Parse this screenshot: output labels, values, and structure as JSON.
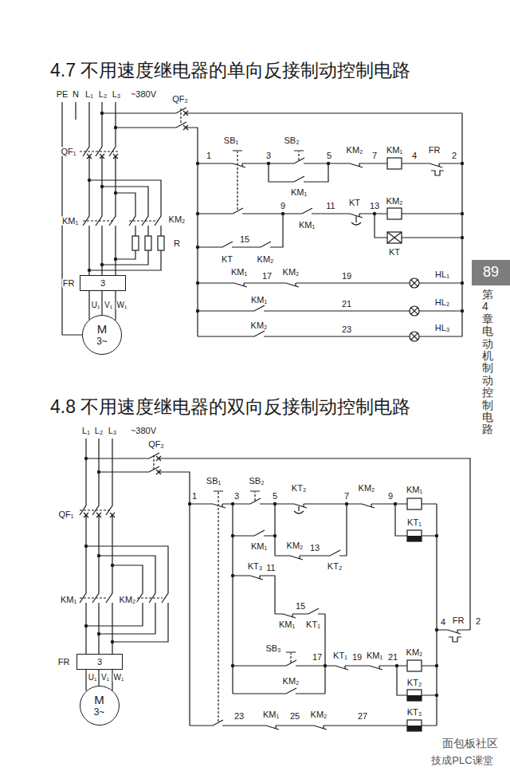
{
  "diagram": {
    "title": "4.7 不用速度继电器的单向反接制动控制电路",
    "nodes": [
      {
        "text": [
          "3"
        ]
      },
      {
        "text": [
          "M",
          "3~"
        ]
      },
      {
        "text": [
          "89"
        ]
      },
      {
        "text": [
          "3"
        ]
      },
      {
        "text": [
          "M",
          "3~"
        ]
      }
    ],
    "edges": [
      {
        "from": 0,
        "to": 1,
        "arrow": "none"
      },
      {
        "from": 3,
        "to": 4,
        "arrow": "none"
      }
    ],
    "labels": [
      "4.8 不用速度继电器的双向反接制动控制电路",
      "PE",
      "N",
      "L₁",
      "L₂",
      "L₃",
      "~380V",
      "QF₂",
      "QF₁",
      "KM₁",
      "KM₂",
      "R",
      "FR",
      "U₁",
      "V₁",
      "W₁",
      "1",
      "SB₁",
      "3",
      "SB₂",
      "5",
      "KM₂",
      "7",
      "KM₁",
      "4",
      "FR",
      "2",
      "KM₁",
      "9",
      "KM₁",
      "11",
      "KT",
      "13",
      "KM₂",
      "KT",
      "15",
      "KT",
      "KM₂",
      "KM₁",
      "17",
      "KM₂",
      "19",
      "HL₁",
      "KM₁",
      "21",
      "HL₂",
      "KM₂",
      "23",
      "HL₃",
      "L₁",
      "L₂",
      "L₃",
      "~380V",
      "QF₂",
      "QF₁",
      "KM₁",
      "KM₂",
      "FR",
      "U₁",
      "V₁",
      "W₁",
      "1",
      "SB₁",
      "3",
      "SB₂",
      "5",
      "KT₂",
      "7",
      "KM₂",
      "9",
      "KM₁",
      "KT₁",
      "KM₁",
      "KM₂",
      "13",
      "KT₂",
      "KT₃",
      "11",
      "KM₁",
      "15",
      "KT₁",
      "4",
      "FR",
      "2",
      "SB₃",
      "17",
      "KT₁",
      "19",
      "KM₁",
      "21",
      "KM₂",
      "KT₂",
      "KM₂",
      "23",
      "KM₁",
      "25",
      "KM₂",
      "27",
      "KT₃",
      "第4章 电动机制动控制电路",
      "面包板社区",
      "技成PLC课堂"
    ]
  }
}
